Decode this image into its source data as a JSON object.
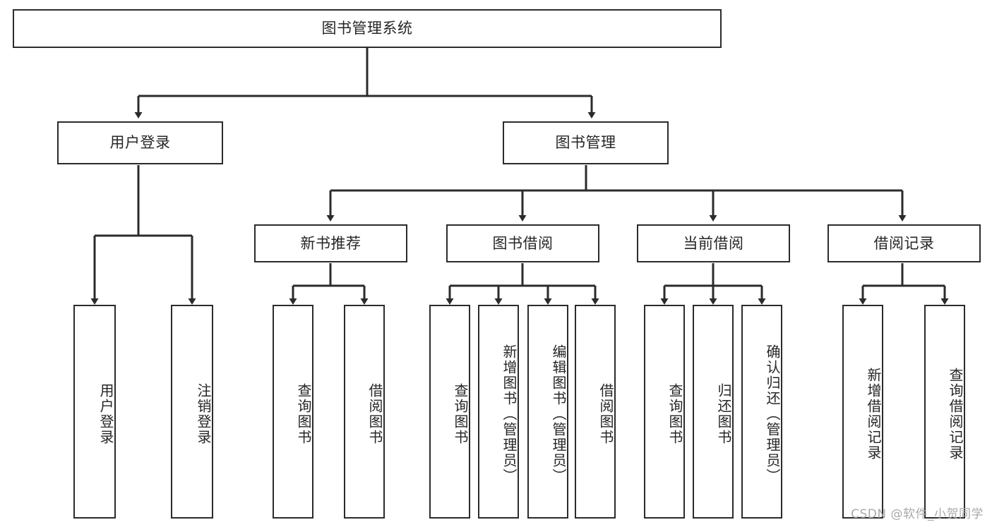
{
  "diagram": {
    "title": "图书管理系统",
    "type": "hierarchy-tree",
    "stroke_color": "#2b2b2b",
    "text_color": "#262626",
    "background_color": "#ffffff",
    "root": {
      "label": "图书管理系统"
    },
    "level2": [
      {
        "id": "user-login",
        "label": "用户登录"
      },
      {
        "id": "book-management",
        "label": "图书管理"
      }
    ],
    "level3": [
      {
        "id": "new-book-recommend",
        "label": "新书推荐"
      },
      {
        "id": "book-borrow",
        "label": "图书借阅"
      },
      {
        "id": "current-borrow",
        "label": "当前借阅"
      },
      {
        "id": "borrow-record",
        "label": "借阅记录"
      }
    ],
    "leaves": {
      "user_login": [
        {
          "id": "leaf-user-login",
          "label": "用户登录"
        },
        {
          "id": "leaf-user-logout",
          "label": "注销登录"
        }
      ],
      "new_book_recommend": [
        {
          "id": "leaf-query-book-1",
          "label": "查询图书"
        },
        {
          "id": "leaf-borrow-book-1",
          "label": "借阅图书"
        }
      ],
      "book_borrow": [
        {
          "id": "leaf-query-book-2",
          "label": "查询图书"
        },
        {
          "id": "leaf-add-book",
          "label": "新增图书（管理员）"
        },
        {
          "id": "leaf-edit-book",
          "label": "编辑图书（管理员）"
        },
        {
          "id": "leaf-borrow-book-2",
          "label": "借阅图书"
        }
      ],
      "current_borrow": [
        {
          "id": "leaf-query-book-3",
          "label": "查询图书"
        },
        {
          "id": "leaf-return-book",
          "label": "归还图书"
        },
        {
          "id": "leaf-confirm-return",
          "label": "确认归还（管理员）"
        }
      ],
      "borrow_record": [
        {
          "id": "leaf-add-record",
          "label": "新增借阅记录"
        },
        {
          "id": "leaf-query-record",
          "label": "查询借阅记录"
        }
      ]
    }
  },
  "watermark": {
    "text": "CSDN @软件_小贺同学"
  }
}
